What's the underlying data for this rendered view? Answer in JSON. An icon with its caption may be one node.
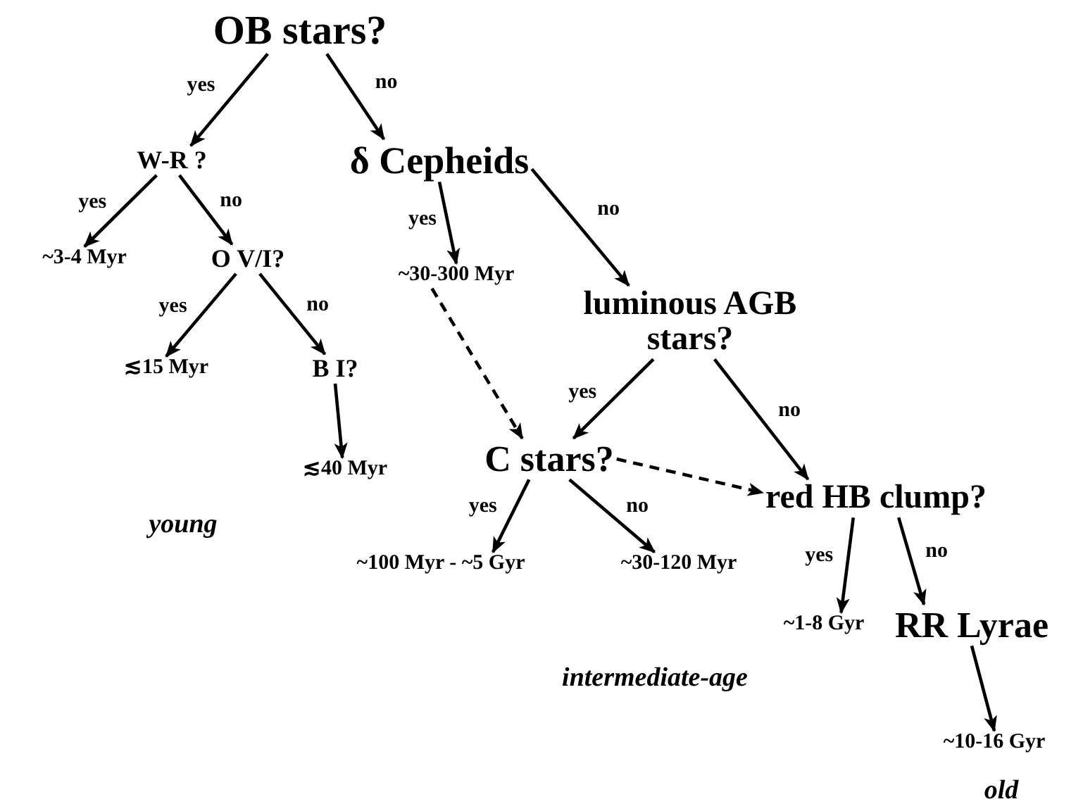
{
  "diagram": {
    "nodes": [
      {
        "text": [
          "OB stars?"
        ]
      },
      {
        "text": [
          "W-R ?"
        ]
      },
      {
        "text": [
          "δ Cepheids"
        ]
      },
      {
        "text": [
          "~3-4 Myr"
        ]
      },
      {
        "text": [
          "O V/I?"
        ]
      },
      {
        "text": [
          "~30-300 Myr"
        ]
      },
      {
        "text": [
          "luminous AGB stars?"
        ]
      },
      {
        "text": [
          "≲15 Myr"
        ]
      },
      {
        "text": [
          "B I?"
        ]
      },
      {
        "text": [
          "≲40 Myr"
        ]
      },
      {
        "text": [
          "C stars?"
        ]
      },
      {
        "text": [
          "red HB clump?"
        ]
      },
      {
        "text": [
          "~100 Myr - ~5 Gyr"
        ]
      },
      {
        "text": [
          "~30-120 Myr"
        ]
      },
      {
        "text": [
          "~1-8 Gyr"
        ]
      },
      {
        "text": [
          "RR Lyrae"
        ]
      },
      {
        "text": [
          "~10-16 Gyr"
        ]
      }
    ],
    "edges": [
      {
        "from": 0,
        "to": 1,
        "arrow": "to",
        "label": "yes"
      },
      {
        "from": 0,
        "to": 2,
        "arrow": "to",
        "label": "no"
      },
      {
        "from": 1,
        "to": 3,
        "arrow": "to",
        "label": "yes"
      },
      {
        "from": 1,
        "to": 4,
        "arrow": "to",
        "label": "no"
      },
      {
        "from": 4,
        "to": 7,
        "arrow": "to",
        "label": "yes"
      },
      {
        "from": 4,
        "to": 8,
        "arrow": "to",
        "label": "no"
      },
      {
        "from": 8,
        "to": 9,
        "arrow": "to"
      },
      {
        "from": 2,
        "to": 5,
        "arrow": "to",
        "label": "yes"
      },
      {
        "from": 2,
        "to": 6,
        "arrow": "to",
        "label": "no"
      },
      {
        "from": 5,
        "to": 10,
        "arrow": "to",
        "style": "dashed"
      },
      {
        "from": 6,
        "to": 10,
        "arrow": "to",
        "label": "yes"
      },
      {
        "from": 6,
        "to": 11,
        "arrow": "to",
        "label": "no"
      },
      {
        "from": 10,
        "to": 11,
        "arrow": "to",
        "style": "dashed"
      },
      {
        "from": 10,
        "to": 12,
        "arrow": "to",
        "label": "yes"
      },
      {
        "from": 10,
        "to": 13,
        "arrow": "to",
        "label": "no"
      },
      {
        "from": 11,
        "to": 14,
        "arrow": "to",
        "label": "yes"
      },
      {
        "from": 11,
        "to": 15,
        "arrow": "to",
        "label": "no"
      },
      {
        "from": 15,
        "to": 16,
        "arrow": "to"
      }
    ],
    "labels": [
      "young",
      "intermediate-age",
      "old"
    ]
  }
}
